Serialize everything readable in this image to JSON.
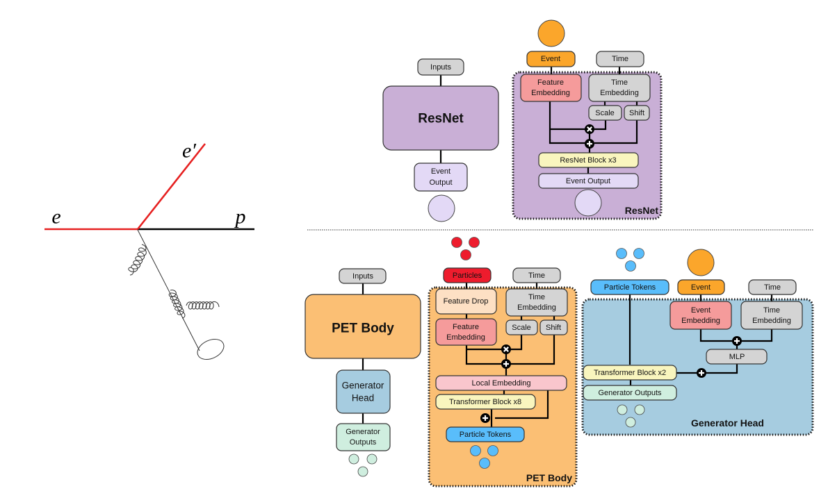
{
  "colors": {
    "resnet_purple": "#c9afd6",
    "event_output_lavender": "#e3d9f6",
    "gray_box": "#d4d4d4",
    "event_orange": "#fba62b",
    "feature_embedding_pink": "#f59b9b",
    "resnet_block_yellow": "#f9f5be",
    "particles_red": "#ee1c2d",
    "pet_body_orange": "#fbbf74",
    "feature_drop_peach": "#fde0c4",
    "local_embedding_pink": "#f9c6cd",
    "particle_tokens_blue": "#59bdfb",
    "generator_head_blue": "#a6cce0",
    "generator_outputs_mint": "#cfeedf",
    "electron_line_red": "#e62020"
  },
  "feynman": {
    "incoming_electron": "e",
    "outgoing_electron": "e′",
    "proton": "p"
  },
  "resnet_overview": {
    "inputs": "Inputs",
    "model": "ResNet",
    "output_line1": "Event",
    "output_line2": "Output"
  },
  "resnet_detail": {
    "title": "ResNet",
    "event": "Event",
    "time": "Time",
    "feature_embedding_line1": "Feature",
    "feature_embedding_line2": "Embedding",
    "time_embedding_line1": "Time",
    "time_embedding_line2": "Embedding",
    "scale": "Scale",
    "shift": "Shift",
    "multiply_op": "×",
    "add_op": "+",
    "resnet_block": "ResNet Block x3",
    "event_output": "Event Output"
  },
  "pet_overview": {
    "inputs": "Inputs",
    "body": "PET Body",
    "head_line1": "Generator",
    "head_line2": "Head",
    "outputs_line1": "Generator",
    "outputs_line2": "Outputs"
  },
  "pet_body_detail": {
    "title": "PET Body",
    "particles": "Particles",
    "time": "Time",
    "feature_drop": "Feature Drop",
    "time_embedding_line1": "Time",
    "time_embedding_line2": "Embedding",
    "feature_embedding_line1": "Feature",
    "feature_embedding_line2": "Embedding",
    "scale": "Scale",
    "shift": "Shift",
    "local_embedding": "Local Embedding",
    "transformer_block": "Transformer Block x8",
    "particle_tokens": "Particle Tokens"
  },
  "generator_head_detail": {
    "title": "Generator Head",
    "particle_tokens": "Particle Tokens",
    "event": "Event",
    "time": "Time",
    "event_embedding_line1": "Event",
    "event_embedding_line2": "Embedding",
    "time_embedding_line1": "Time",
    "time_embedding_line2": "Embedding",
    "mlp": "MLP",
    "transformer_block": "Transformer Block x2",
    "generator_outputs": "Generator Outputs"
  }
}
